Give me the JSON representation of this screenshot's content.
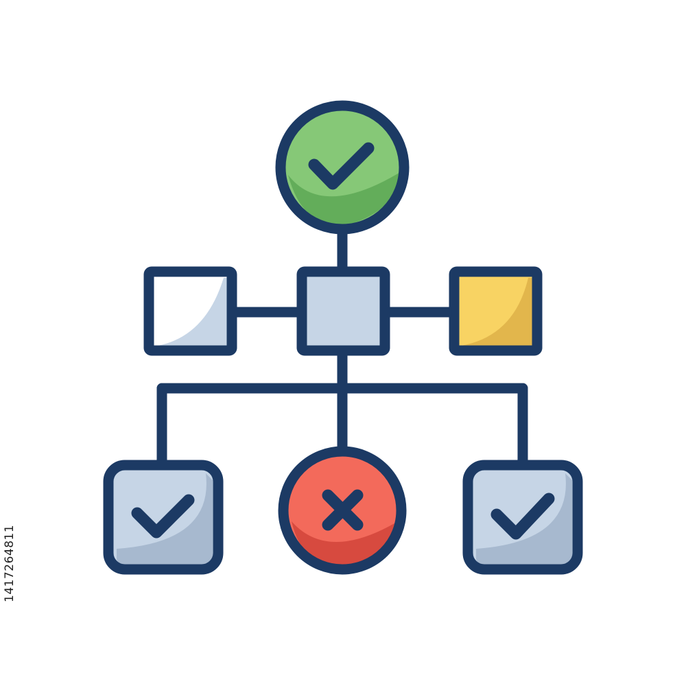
{
  "watermark": {
    "stock_id": "1417264811"
  },
  "colors": {
    "outline": "#1c3a64",
    "green": "#86c877",
    "green_shade": "#63ad5a",
    "red": "#f36a5b",
    "red_shade": "#d74a3f",
    "blue": "#c6d5e6",
    "blue_shade": "#a7b9cf",
    "yellow": "#f8d363",
    "yellow_shade": "#e2b64c",
    "white": "#ffffff"
  },
  "diagram": {
    "nodes": [
      {
        "id": "root",
        "shape": "circle",
        "fill": "green",
        "icon": "check-icon"
      },
      {
        "id": "hub",
        "shape": "square",
        "fill": "blue",
        "icon": "none"
      },
      {
        "id": "left-box",
        "shape": "square",
        "fill": "white",
        "icon": "none"
      },
      {
        "id": "right-box",
        "shape": "square",
        "fill": "yellow",
        "icon": "none"
      },
      {
        "id": "outcome-left",
        "shape": "rounded-square",
        "fill": "blue",
        "icon": "check-icon"
      },
      {
        "id": "outcome-center",
        "shape": "circle",
        "fill": "red",
        "icon": "cross-icon"
      },
      {
        "id": "outcome-right",
        "shape": "rounded-square",
        "fill": "blue",
        "icon": "check-icon"
      }
    ],
    "edges": [
      [
        "root",
        "hub"
      ],
      [
        "left-box",
        "hub"
      ],
      [
        "hub",
        "right-box"
      ],
      [
        "hub",
        "outcome-left"
      ],
      [
        "hub",
        "outcome-center"
      ],
      [
        "hub",
        "outcome-right"
      ]
    ]
  }
}
